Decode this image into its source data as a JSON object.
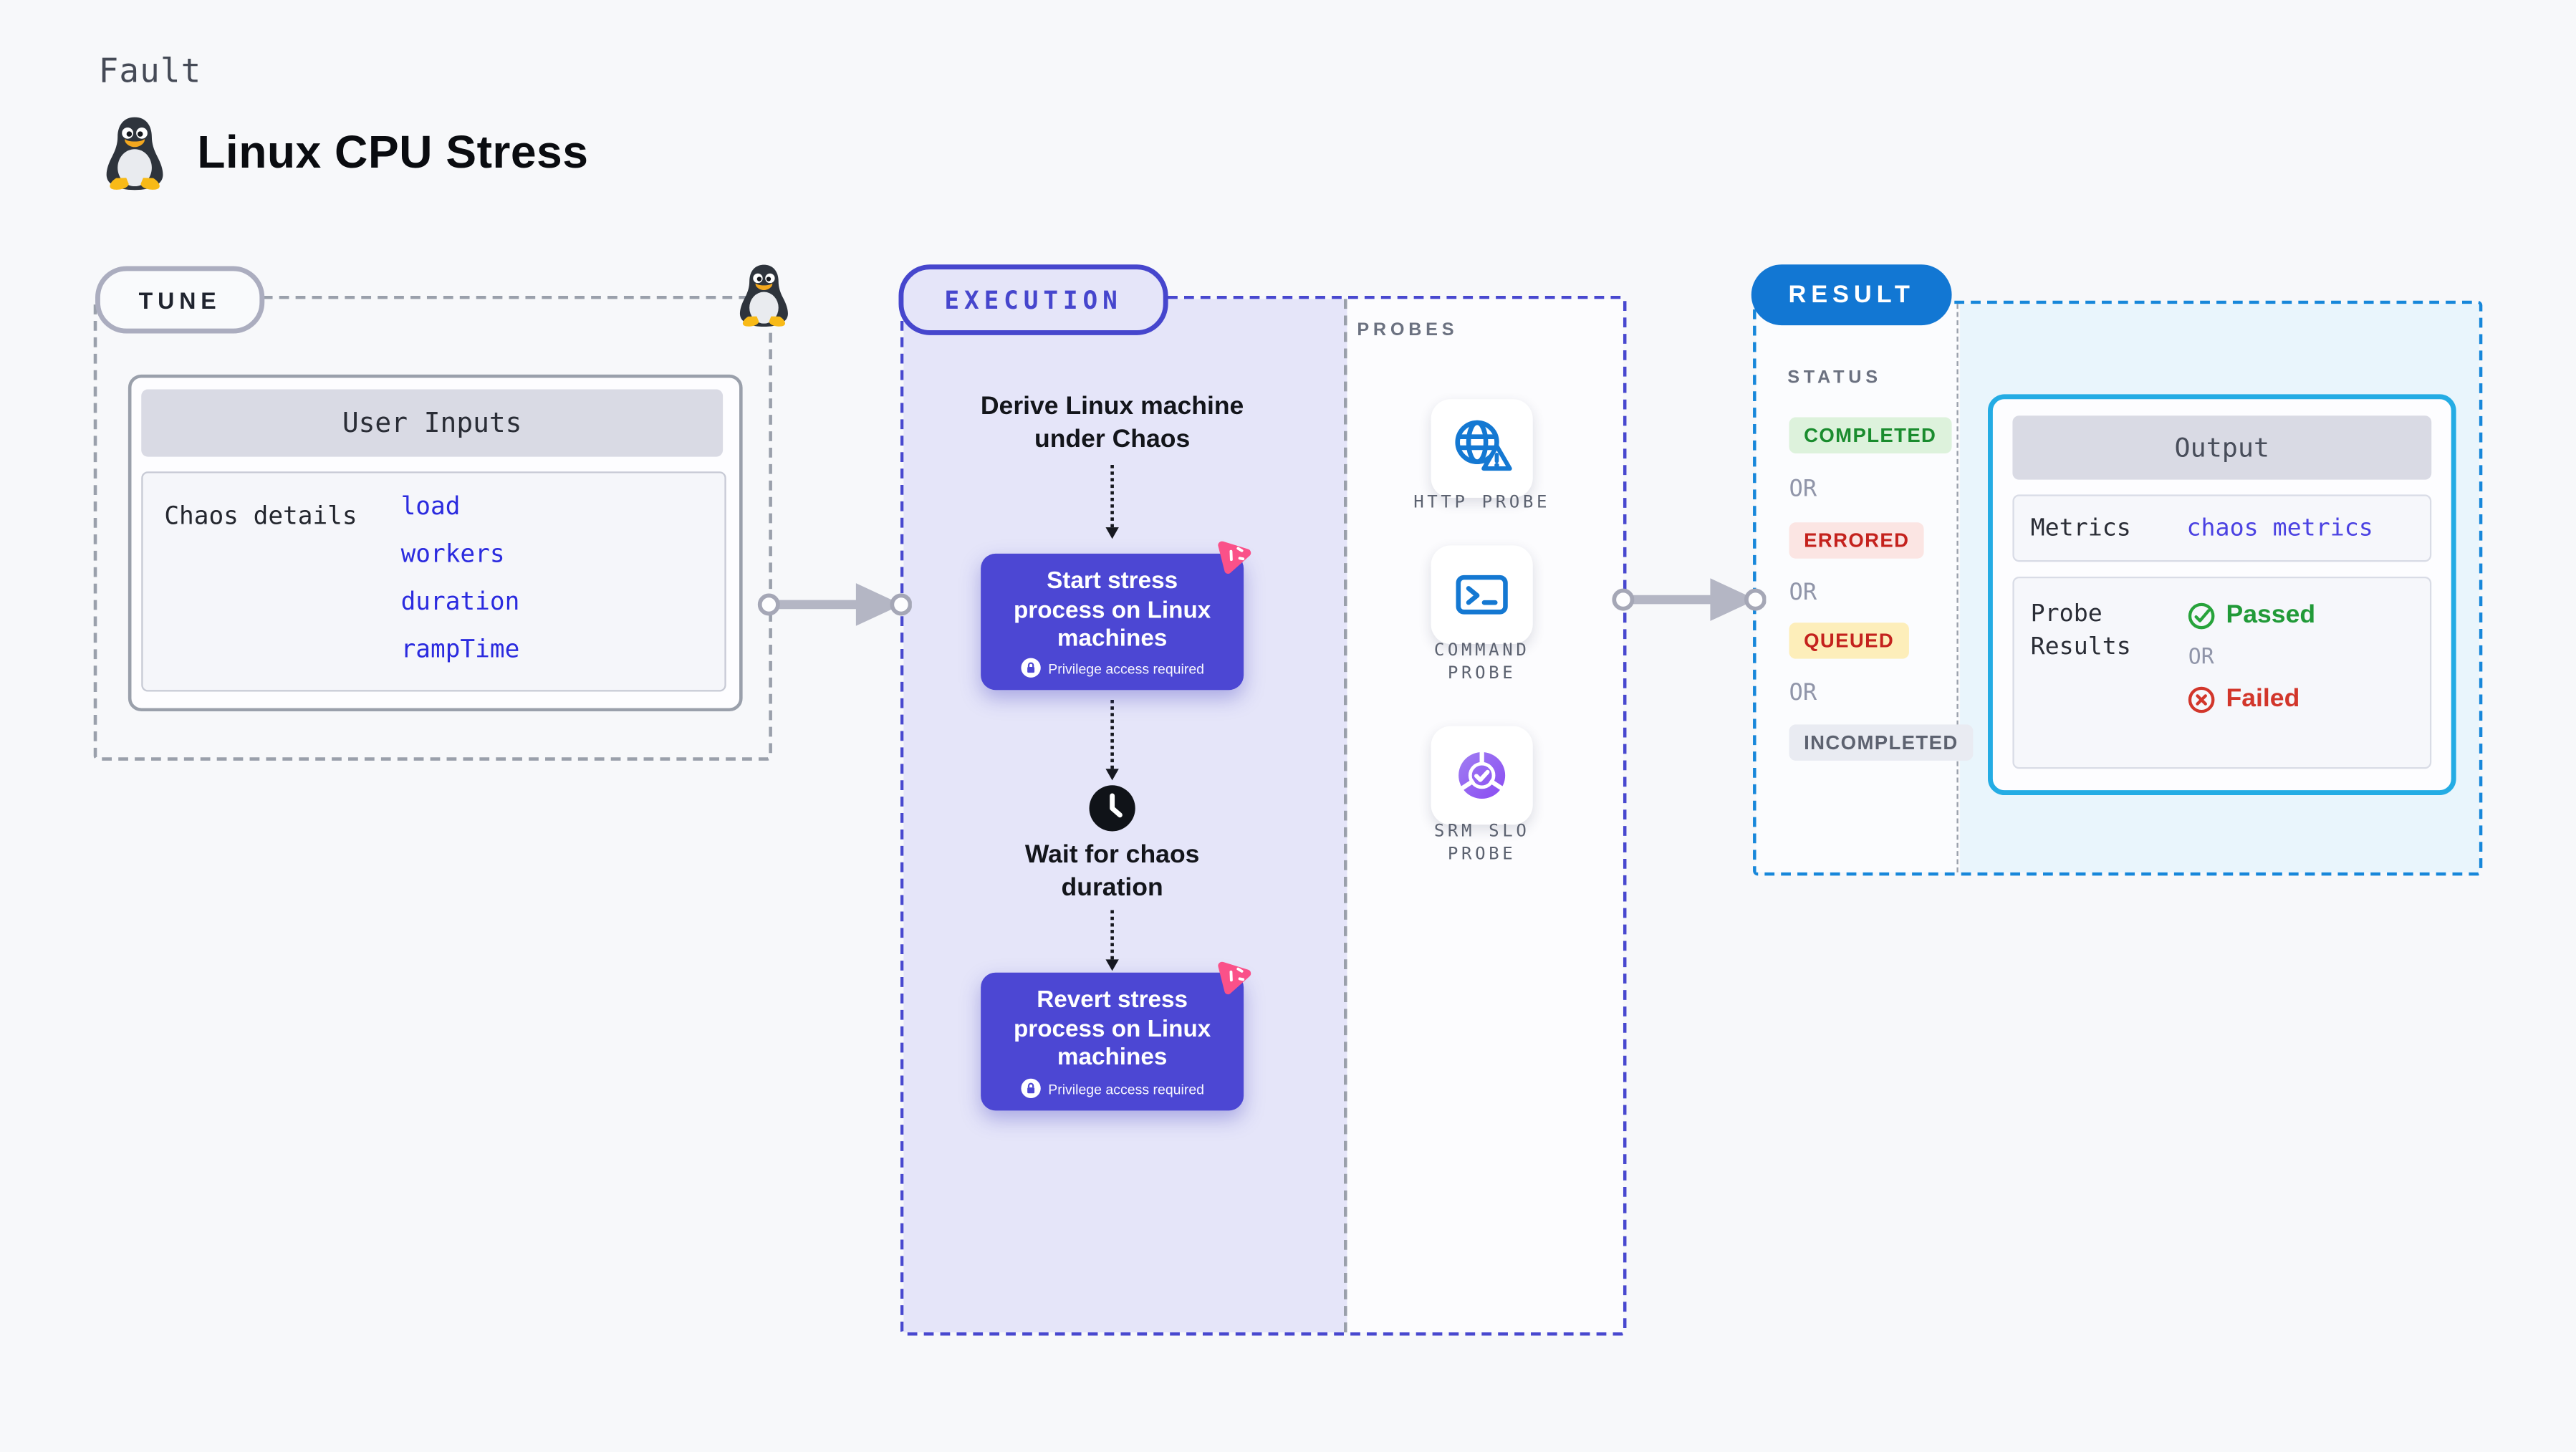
{
  "page": {
    "fault_label": "Fault",
    "title": "Linux CPU Stress"
  },
  "tune": {
    "label": "TUNE",
    "user_inputs_title": "User Inputs",
    "chaos_details_label": "Chaos details",
    "inputs": [
      "load",
      "workers",
      "duration",
      "rampTime"
    ]
  },
  "execution": {
    "label": "EXECUTION",
    "derive_text": "Derive Linux machine under Chaos",
    "start": {
      "title": "Start stress process on Linux machines",
      "note": "Privilege access required"
    },
    "wait_text": "Wait for chaos duration",
    "revert": {
      "title": "Revert stress process on Linux machines",
      "note": "Privilege access required"
    }
  },
  "probes": {
    "label": "PROBES",
    "items": [
      {
        "name": "HTTP PROBE",
        "icon": "globe-alert-icon"
      },
      {
        "name": "COMMAND PROBE",
        "icon": "terminal-icon"
      },
      {
        "name": "SRM SLO PROBE",
        "icon": "slo-donut-check-icon"
      }
    ]
  },
  "result": {
    "label": "RESULT",
    "status_label": "STATUS",
    "statuses": [
      {
        "text": "COMPLETED",
        "type": "completed"
      },
      {
        "text": "OR",
        "type": "or"
      },
      {
        "text": "ERRORED",
        "type": "errored"
      },
      {
        "text": "OR",
        "type": "or"
      },
      {
        "text": "QUEUED",
        "type": "queued"
      },
      {
        "text": "OR",
        "type": "or"
      },
      {
        "text": "INCOMPLETED",
        "type": "incompleted"
      }
    ],
    "output": {
      "title": "Output",
      "metrics_label": "Metrics",
      "metrics_value": "chaos metrics",
      "probe_results_label": "Probe Results",
      "passed_label": "Passed",
      "or_label": "OR",
      "failed_label": "Failed"
    }
  },
  "icons": {
    "tux": "linux-penguin",
    "lock": "padlock",
    "clock": "clock",
    "chaos_badge": "chaos-triangle",
    "http_probe": "globe-alert",
    "command_probe": "terminal-prompt",
    "srm_slo_probe": "slo-donut-check",
    "passed": "check-circle",
    "failed": "x-circle",
    "connector": "arrow-right"
  },
  "colors": {
    "background": "#f7f8fa",
    "indigo_accent": "#4646cd",
    "execution_fill": "#e5e5f9",
    "flow_box": "#4c47d3",
    "result_blue": "#1277d3",
    "output_border_cyan": "#24ace4",
    "result_fill": "#e9f5fc",
    "pink_badge": "#fa5189",
    "passed_green": "#219a38",
    "failed_red": "#d2362b",
    "completed_bg": "#ddf2dc",
    "errored_bg": "#fbe5e3",
    "queued_bg": "#fdeeba",
    "incompleted_bg": "#e9ebf2",
    "input_value_blue": "#2b2bdf"
  }
}
